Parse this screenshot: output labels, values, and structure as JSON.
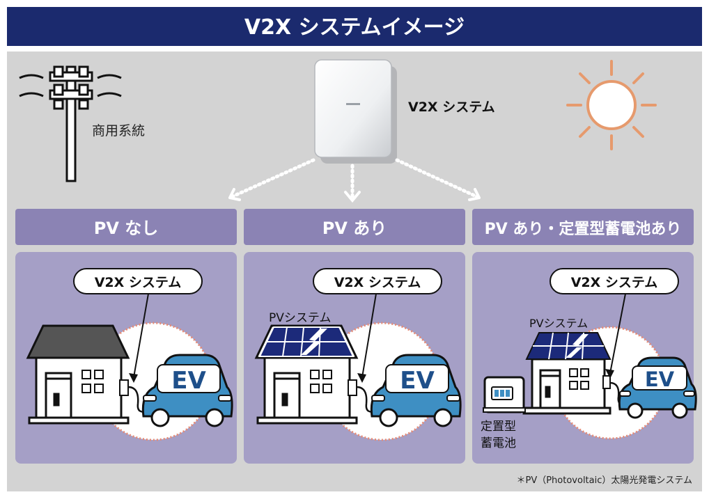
{
  "header": {
    "title": "V2X システムイメージ"
  },
  "grid_label": "商用系統",
  "main_unit_label": "V2X システム",
  "columns": [
    {
      "heading": "PV なし",
      "bubble": "V2X システム",
      "car_label": "EV"
    },
    {
      "heading": "PV あり",
      "bubble": "V2X システム",
      "pv_label": "PVシステム",
      "car_label": "EV"
    },
    {
      "heading": "PV あり・定置型蓄電池あり",
      "bubble": "V2X システム",
      "pv_label": "PVシステム",
      "battery_label_line1": "定置型",
      "battery_label_line2": "蓄電池",
      "car_label": "EV"
    }
  ],
  "footnote": "＊PV（Photovoltaic）太陽光発電システム",
  "colors": {
    "header_bg": "#1b2a6e",
    "panel_bg": "#d3d3d3",
    "heading_bg": "#8b83b4",
    "card_bg": "#a59fc6",
    "ev_blue": "#3e8fc3",
    "solar_navy": "#1c2a7a",
    "sun_orange": "#e69a6d"
  },
  "icons": [
    "utility-pole-icon",
    "v2x-unit-icon",
    "sun-icon",
    "house-icon",
    "solar-panel-icon",
    "ev-car-icon",
    "battery-icon"
  ]
}
